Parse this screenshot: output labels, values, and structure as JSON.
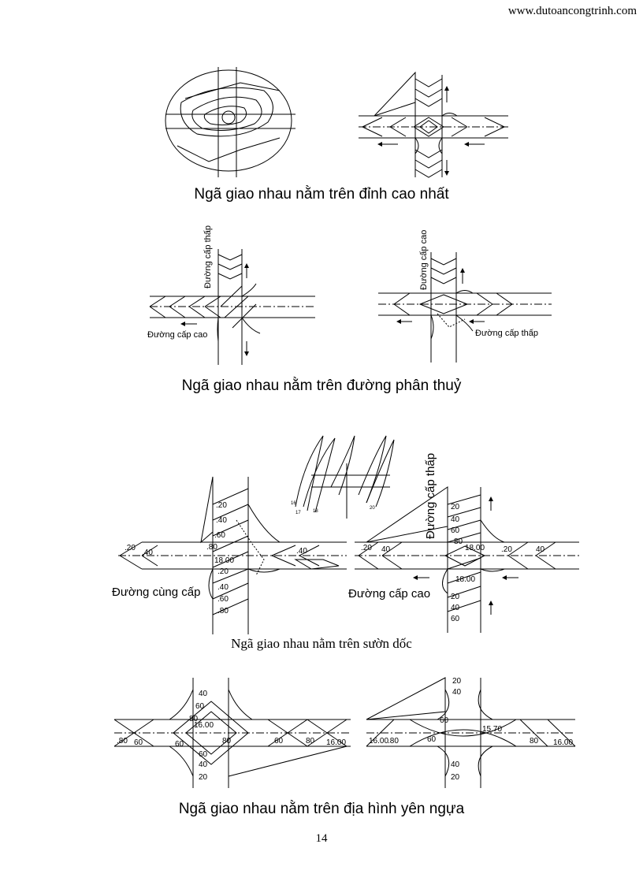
{
  "header": {
    "website": "www.dutoancongtrinh.com"
  },
  "captions": {
    "summit": "Ngã giao nhau nằm trên đỉnh cao nhất",
    "ridge": "Ngã giao nhau nằm trên đường phân thuỷ",
    "slope": "Ngã giao nhau nằm trên sườn dốc",
    "saddle": "Ngã giao nhau nằm trên địa hình yên ngựa"
  },
  "labels": {
    "minor_road": "Đường cấp thấp",
    "major_road": "Đường cấp cao",
    "same_grade_road": "Đường cùng cấp"
  },
  "contours": {
    "c20": ".20",
    "c40": ".40",
    "c60": ".60",
    "c80": ".80",
    "c1800": "18.00",
    "c1600": "16.00",
    "c1570": "15.70",
    "n20": "20",
    "n40": "40",
    "n60": "60",
    "n80": "80",
    "n16": "16",
    "n17": "17",
    "n18": "18"
  },
  "page": {
    "number": "14"
  }
}
